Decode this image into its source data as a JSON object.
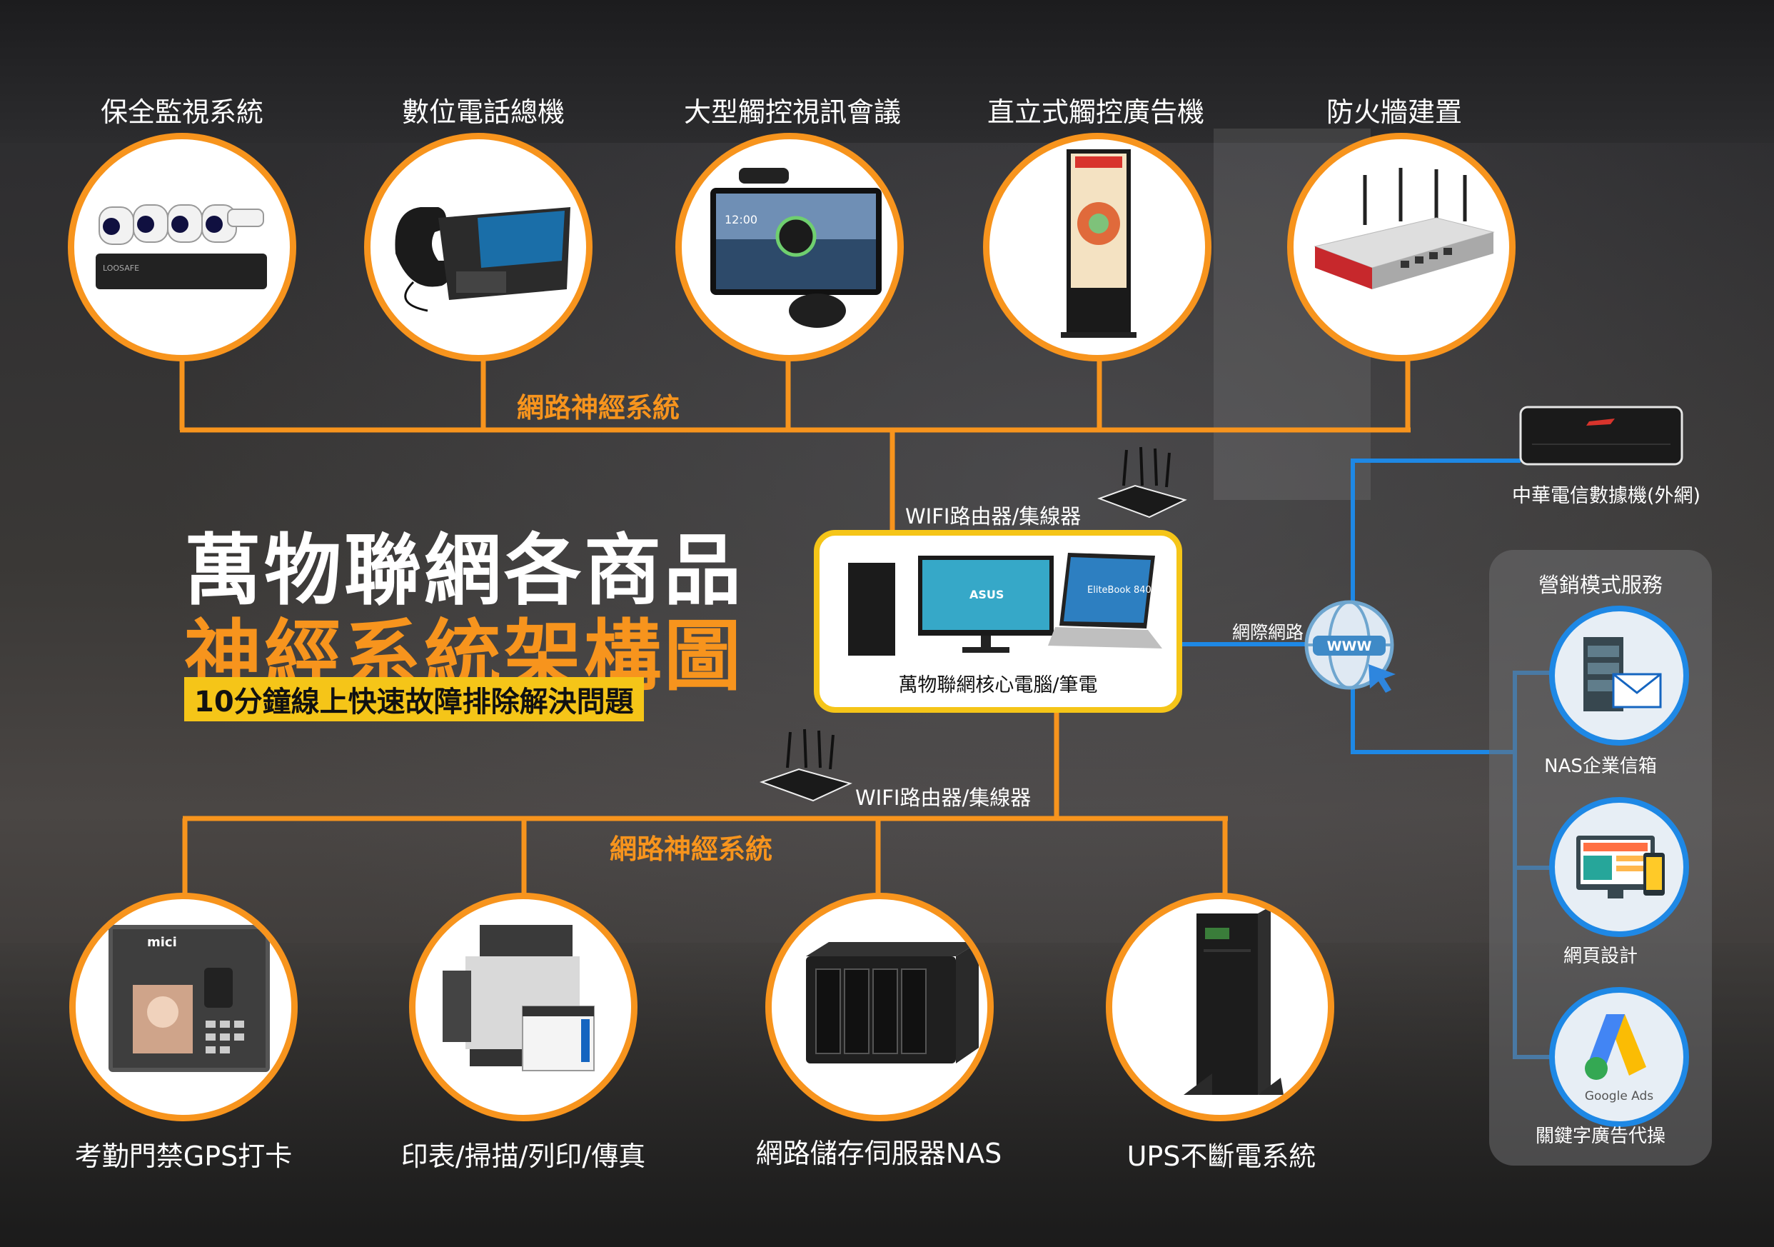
{
  "title": {
    "line1": "萬物聯網各商品",
    "line2": "神經系統架構圖",
    "subtitle": "10分鐘線上快速故障排除解決問題"
  },
  "top_devices": [
    {
      "label": "保全監視系統",
      "icon": "security-camera-icon"
    },
    {
      "label": "數位電話總機",
      "icon": "ip-phone-icon"
    },
    {
      "label": "大型觸控視訊會議",
      "icon": "video-conference-icon"
    },
    {
      "label": "直立式觸控廣告機",
      "icon": "kiosk-display-icon"
    },
    {
      "label": "防火牆建置",
      "icon": "firewall-router-icon"
    }
  ],
  "bottom_devices": [
    {
      "label": "考勤門禁GPS打卡",
      "icon": "attendance-terminal-icon"
    },
    {
      "label": "印表/掃描/列印/傳真",
      "icon": "printer-icon"
    },
    {
      "label": "網路儲存伺服器NAS",
      "icon": "nas-server-icon"
    },
    {
      "label": "UPS不斷電系統",
      "icon": "ups-icon"
    }
  ],
  "network_labels": {
    "top": "網路神經系統",
    "bottom": "網路神經系統"
  },
  "router_labels": {
    "top": "WIFI路由器/集線器",
    "bottom": "WIFI路由器/集線器"
  },
  "core": {
    "label": "萬物聯網核心電腦/筆電",
    "monitor_brand": "ASUS",
    "laptop_brand": "EliteBook 840"
  },
  "internet": {
    "label": "網際網路",
    "icon_text": "WWW"
  },
  "modem": {
    "label": "中華電信數據機(外網)"
  },
  "services": {
    "title": "營銷模式服務",
    "items": [
      {
        "label": "NAS企業信箱",
        "icon": "mail-server-icon"
      },
      {
        "label": "網頁設計",
        "icon": "web-design-icon"
      },
      {
        "label": "關鍵字廣告代操",
        "icon": "google-ads-icon",
        "icon_text": "Google Ads"
      }
    ]
  },
  "colors": {
    "orange": "#f7941d",
    "blue": "#1e88e5",
    "yellow": "#f5c518"
  }
}
